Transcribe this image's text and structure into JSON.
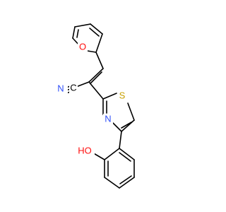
{
  "molecule": {
    "atoms": {
      "O_furan": {
        "label": "O",
        "color": "#ff0d0d"
      },
      "N_nitrile": {
        "label": "N",
        "color": "#3050f8"
      },
      "S_thiazole": {
        "label": "S",
        "color": "#c8a000"
      },
      "N_thiazole": {
        "label": "N",
        "color": "#3050f8"
      },
      "OH_phenol": {
        "label": "HO",
        "color": "#ff0d0d"
      },
      "C_nitrile": {
        "label": "C",
        "color": "#000000"
      }
    },
    "bond_color": "#000000"
  }
}
